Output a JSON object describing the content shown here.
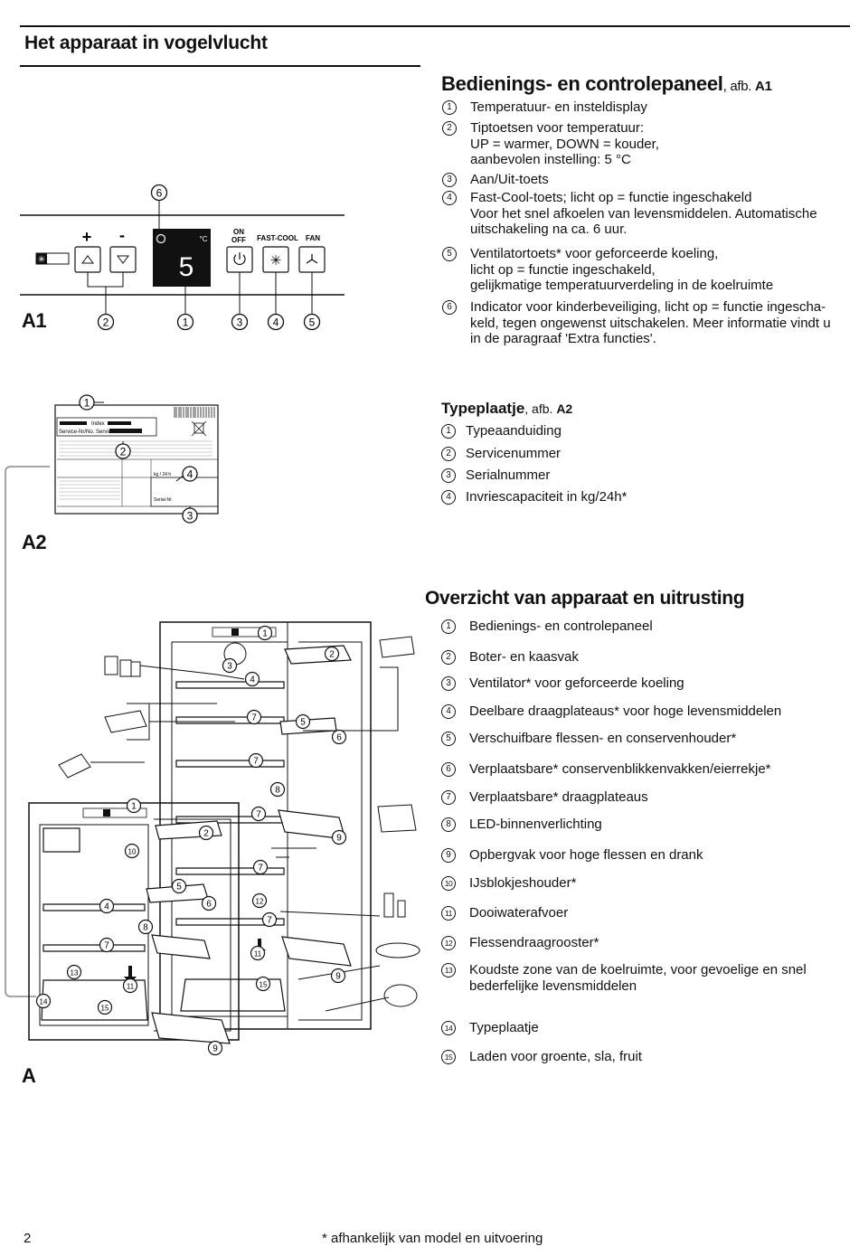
{
  "page": {
    "title": "Het apparaat in vogelvlucht",
    "page_number": "2",
    "footnote": "* afhankelijk van model en uitvoering"
  },
  "panel": {
    "heading": "Bedienings- en controlepaneel",
    "ref_prefix": ", afb. ",
    "ref": "A1",
    "items": [
      {
        "n": "1",
        "text": "Temperatuur- en insteldisplay"
      },
      {
        "n": "2",
        "text": "Tiptoetsen voor temperatuur:\nUP = warmer,      DOWN = kouder,\naanbevolen instelling: 5 °C"
      },
      {
        "n": "3",
        "text": "Aan/Uit-toets"
      },
      {
        "n": "4",
        "text": "Fast-Cool-toets; licht op = functie ingeschakeld\nVoor het snel afkoelen van levensmiddelen. Automatische\nuitschakeling na ca. 6 uur."
      },
      {
        "n": "5",
        "text": "Ventilatortoets* voor geforceerde koeling,\nlicht op = functie ingeschakeld,\ngelijkmatige temperatuurverdeling in de koelruimte"
      },
      {
        "n": "6",
        "text": "Indicator voor kinderbeveiliging, licht op = functie ingescha-\nkeld, tegen ongewenst uitschakelen. Meer informatie vindt u\nin de paragraaf 'Extra functies'."
      }
    ]
  },
  "typeplate": {
    "heading": "Typeplaatje",
    "ref_prefix": ", afb. ",
    "ref": "A2",
    "items": [
      {
        "n": "1",
        "text": "Typeaanduiding"
      },
      {
        "n": "2",
        "text": "Servicenummer"
      },
      {
        "n": "3",
        "text": "Serialnummer"
      },
      {
        "n": "4",
        "text": "Invriescapaciteit in kg/24h*"
      }
    ]
  },
  "overview": {
    "heading": "Overzicht van apparaat en uitrusting",
    "items": [
      {
        "n": "1",
        "text": "Bedienings- en controlepaneel"
      },
      {
        "n": "2",
        "text": "Boter- en kaasvak"
      },
      {
        "n": "3",
        "text": "Ventilator* voor geforceerde koeling"
      },
      {
        "n": "4",
        "text": "Deelbare draagplateaus* voor hoge levensmiddelen"
      },
      {
        "n": "5",
        "text": "Verschuifbare flessen- en conservenhouder*"
      },
      {
        "n": "6",
        "text": "Verplaatsbare* conservenblikkenvakken/eierrekje*"
      },
      {
        "n": "7",
        "text": "Verplaatsbare* draagplateaus"
      },
      {
        "n": "8",
        "text": "LED-binnenverlichting"
      },
      {
        "n": "9",
        "text": "Opbergvak voor hoge flessen en drank"
      },
      {
        "n": "10",
        "text": "IJsblokjeshouder*"
      },
      {
        "n": "11",
        "text": "Dooiwaterafvoer"
      },
      {
        "n": "12",
        "text": "Flessendraagrooster*"
      },
      {
        "n": "13",
        "text": "Koudste zone van de koelruimte, voor gevoelige en snel\nbederfelijke levensmiddelen"
      },
      {
        "n": "14",
        "text": "Typeplaatje"
      },
      {
        "n": "15",
        "text": "Laden voor groente, sla, fruit"
      }
    ]
  },
  "figures": {
    "a1": {
      "label": "A1",
      "plus": "+",
      "minus": "-",
      "display_value": "5",
      "display_unit": "°C",
      "on_off": "ON\nOFF",
      "fast_cool": "FAST-COOL",
      "fan": "FAN",
      "callouts": [
        "2",
        "1",
        "3",
        "4",
        "5",
        "6"
      ]
    },
    "a2": {
      "label": "A2",
      "plate_index": "Index",
      "plate_service": "Service-Nr/No. Service",
      "plate_kg": "kg / 24 h",
      "plate_serial": "Serial-Nr.",
      "callouts": [
        "1",
        "2",
        "3",
        "4"
      ]
    },
    "a": {
      "label": "A"
    }
  }
}
